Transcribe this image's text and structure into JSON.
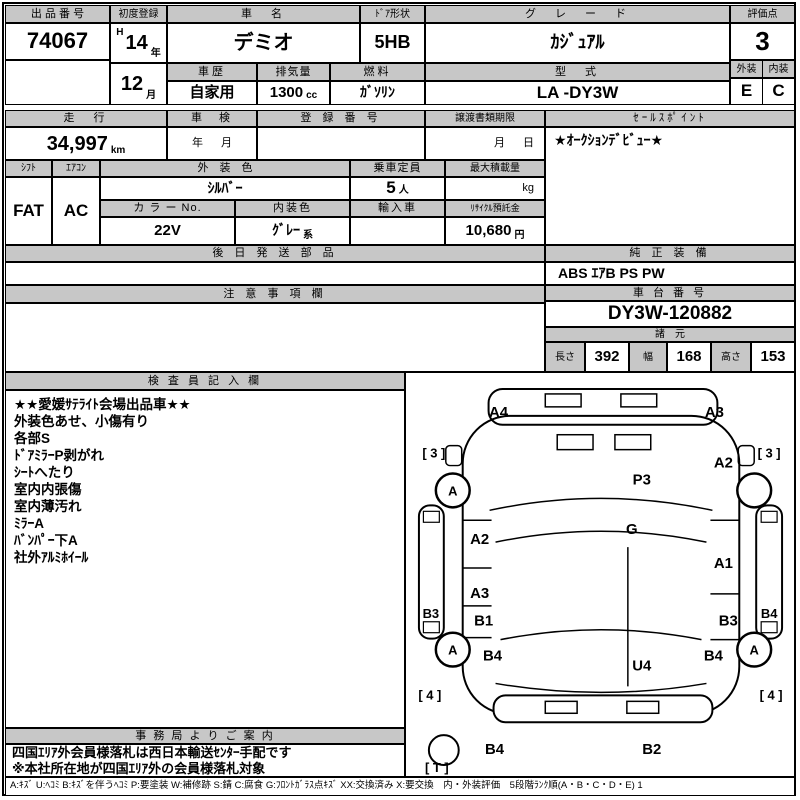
{
  "top": {
    "auction_no_label": "出 品 番 号",
    "auction_no": "74067",
    "first_reg_label": "初度登録",
    "first_reg_era": "H",
    "first_reg_year": "14",
    "year_suffix": "年",
    "first_reg_month": "12",
    "month_suffix": "月",
    "car_name_label": "車　名",
    "car_name": "デミオ",
    "door_label": "ﾄﾞｱ形状",
    "door": "5HB",
    "grade_label": "グ　レ　ー　ド",
    "grade": "ｶｼﾞｭｱﾙ",
    "score_label": "評価点",
    "score": "3",
    "history_label": "車歴",
    "history": "自家用",
    "displacement_label": "排気量",
    "displacement": "1300",
    "displacement_unit": "cc",
    "fuel_label": "燃料",
    "fuel": "ｶﾞｿﾘﾝ",
    "model_label": "型　式",
    "model": "LA -DY3W",
    "exterior_label": "外装",
    "interior_label": "内装",
    "exterior_grade": "E",
    "interior_grade": "C"
  },
  "reg": {
    "mileage_label": "走　行",
    "mileage": "34,997",
    "mileage_unit": "km",
    "inspection_label": "車　検",
    "inspection_year": "年",
    "inspection_month": "月",
    "reg_no_label": "登 録 番 号",
    "transfer_label": "譲渡書類期限",
    "transfer_month": "月",
    "transfer_day": "日",
    "sales_point_label": "ｾｰﾙｽﾎﾟｲﾝﾄ",
    "sales_point": "★ｵｰｸｼｮﾝﾃﾞﾋﾞｭｰ★"
  },
  "spec": {
    "shift_label": "ｼﾌﾄ",
    "shift": "FAT",
    "aircon_label": "ｴｱｺﾝ",
    "aircon": "AC",
    "ext_color_label": "外　装　色",
    "ext_color": "ｼﾙﾊﾞｰ",
    "capacity_label": "乗車定員",
    "capacity": "5",
    "capacity_unit": "人",
    "max_load_label": "最大積載量",
    "max_load_unit": "kg",
    "color_no_label": "カ ラ ー No.",
    "color_no": "22V",
    "int_color_label": "内装色",
    "int_color": "ｸﾞﾚｰ",
    "int_color_suffix": "系",
    "import_label": "輸入車",
    "recycle_label": "ﾘｻｲｸﾙ預託金",
    "recycle": "10,680",
    "recycle_unit": "円"
  },
  "parts": {
    "later_parts_label": "後 日 発 送 部 品",
    "equipment_label": "純 正 装 備",
    "equipment": "ABS ｴｱB PS PW"
  },
  "notes": {
    "caution_label": "注 意 事 項 欄",
    "chassis_label": "車 台 番 号",
    "chassis_no": "DY3W-120882",
    "dimensions_label": "諸　元",
    "length_label": "長さ",
    "length": "392",
    "width_label": "幅",
    "width": "168",
    "height_label": "高さ",
    "height": "153"
  },
  "inspector": {
    "label": "検 査 員 記 入 欄",
    "lines": [
      "★★愛媛ｻﾃﾗｲﾄ会場出品車★★",
      "外装色あせ、小傷有り",
      "各部S",
      "ﾄﾞｱﾐﾗｰP剥がれ",
      "ｼｰﾄへたり",
      "室内内張傷",
      "室内薄汚れ",
      "ﾐﾗｰA",
      "ﾊﾞﾝﾊﾟｰ下A",
      "社外ｱﾙﾐﾎｲｰﾙ"
    ]
  },
  "office": {
    "label": "事 務 局 よ り ご 案 内",
    "lines": [
      "四国ｴﾘｱ外会員様落札は西日本輸送ｾﾝﾀｰ手配です",
      "※本社所在地が四国ｴﾘｱ外の会員様落札対象"
    ]
  },
  "diagram": {
    "front_left": "A4",
    "front_right": "A3",
    "mirror_left": "[ 3 ]",
    "mirror_right": "[ 3 ]",
    "fender_right": "A2",
    "hood": "P3",
    "glass": "G",
    "door_front_left": "A2",
    "door_rear_left": "A3",
    "rocker_left_inner": "B1",
    "door_right": "A1",
    "rocker_right_inner": "B3",
    "sill_left": "B3",
    "sill_right": "B4",
    "wheel_front_left": "A",
    "wheel_rear_left": "A",
    "wheel_rear_right": "A",
    "quarter_left": "B4",
    "quarter_right": "B4",
    "rear_panel": "U4",
    "corner_left": "[ 4 ]",
    "corner_right": "[ 4 ]",
    "rear_bumper_left": "B4",
    "rear_bumper_right": "B2",
    "spare": "[ T ]"
  },
  "legend": "A:ｷｽﾞ U:ﾍｺﾐ B:ｷｽﾞを伴うﾍｺﾐ P:要塗装 W:補修跡 S:錆 C:腐食 G:ﾌﾛﾝﾄｶﾞﾗｽ点ｷｽﾞ XX:交換済み X:要交換　内・外装評価　5段階ﾗﾝｸ順(A・B・C・D・E) 1"
}
